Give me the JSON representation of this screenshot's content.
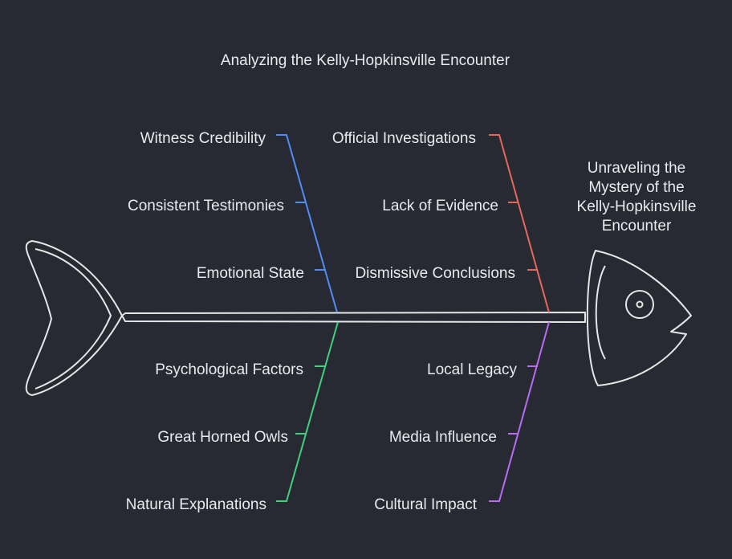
{
  "title": "Analyzing the Kelly-Hopkinsville Encounter",
  "head": {
    "label": "Unraveling the\nMystery of the\nKelly-Hopkinsville\nEncounter"
  },
  "colors": {
    "background": "#272a33",
    "outline": "#e6e6e6",
    "text": "#e9eaee",
    "witness_branch": "#4f8df2",
    "official_branch": "#e8675b",
    "natural_branch": "#3fd17f",
    "cultural_branch": "#b96cf0"
  },
  "branches": {
    "witness": {
      "color_name": "blue",
      "causes": [
        "Witness Credibility",
        "Consistent Testimonies",
        "Emotional State"
      ]
    },
    "official": {
      "color_name": "red",
      "causes": [
        "Official Investigations",
        "Lack of Evidence",
        "Dismissive Conclusions"
      ]
    },
    "natural": {
      "color_name": "green",
      "causes": [
        "Psychological Factors",
        "Great Horned Owls",
        "Natural Explanations"
      ]
    },
    "cultural": {
      "color_name": "purple",
      "causes": [
        "Local Legacy",
        "Media Influence",
        "Cultural Impact"
      ]
    }
  }
}
